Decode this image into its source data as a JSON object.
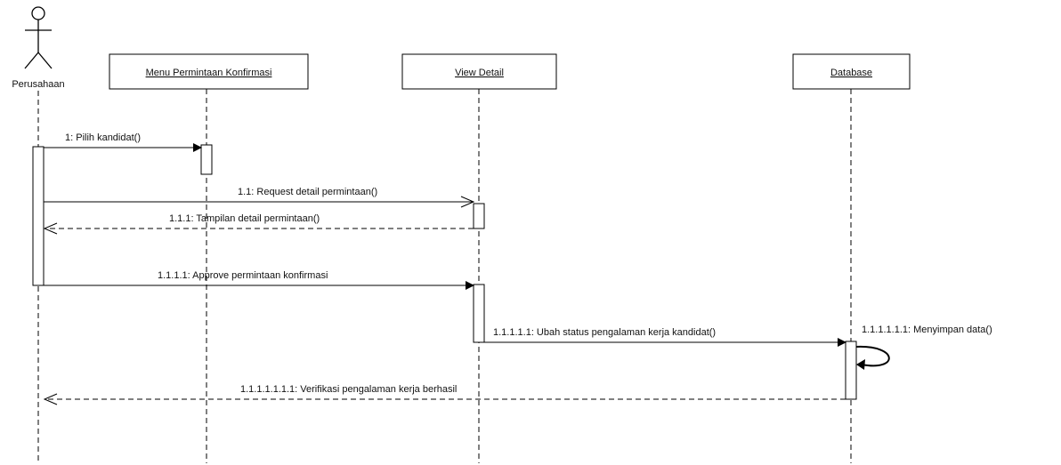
{
  "actor": {
    "name": "Perusahaan"
  },
  "objects": [
    {
      "id": "menu",
      "name": "Menu Permintaan Konfirmasi"
    },
    {
      "id": "view",
      "name": "View Detail"
    },
    {
      "id": "db",
      "name": "Database"
    }
  ],
  "messages": [
    {
      "id": "m1",
      "label": "1: Pilih kandidat()",
      "kind": "sync"
    },
    {
      "id": "m2",
      "label": "1.1: Request detail permintaan()",
      "kind": "async"
    },
    {
      "id": "m3",
      "label": "1.1.1: Tampilan detail permintaan()",
      "kind": "return"
    },
    {
      "id": "m4",
      "label": "1.1.1.1: Approve permintaan konfirmasi",
      "kind": "sync"
    },
    {
      "id": "m5",
      "label": "1.1.1.1.1: Ubah status pengalaman kerja kandidat()",
      "kind": "sync"
    },
    {
      "id": "m6",
      "label": "1.1.1.1.1.1: Menyimpan data()",
      "kind": "self"
    },
    {
      "id": "m7",
      "label": "1.1.1.1.1.1.1: Verifikasi pengalaman kerja berhasil",
      "kind": "return"
    }
  ],
  "colors": {
    "line": "#000000",
    "frame_fill": "#ffffff"
  }
}
